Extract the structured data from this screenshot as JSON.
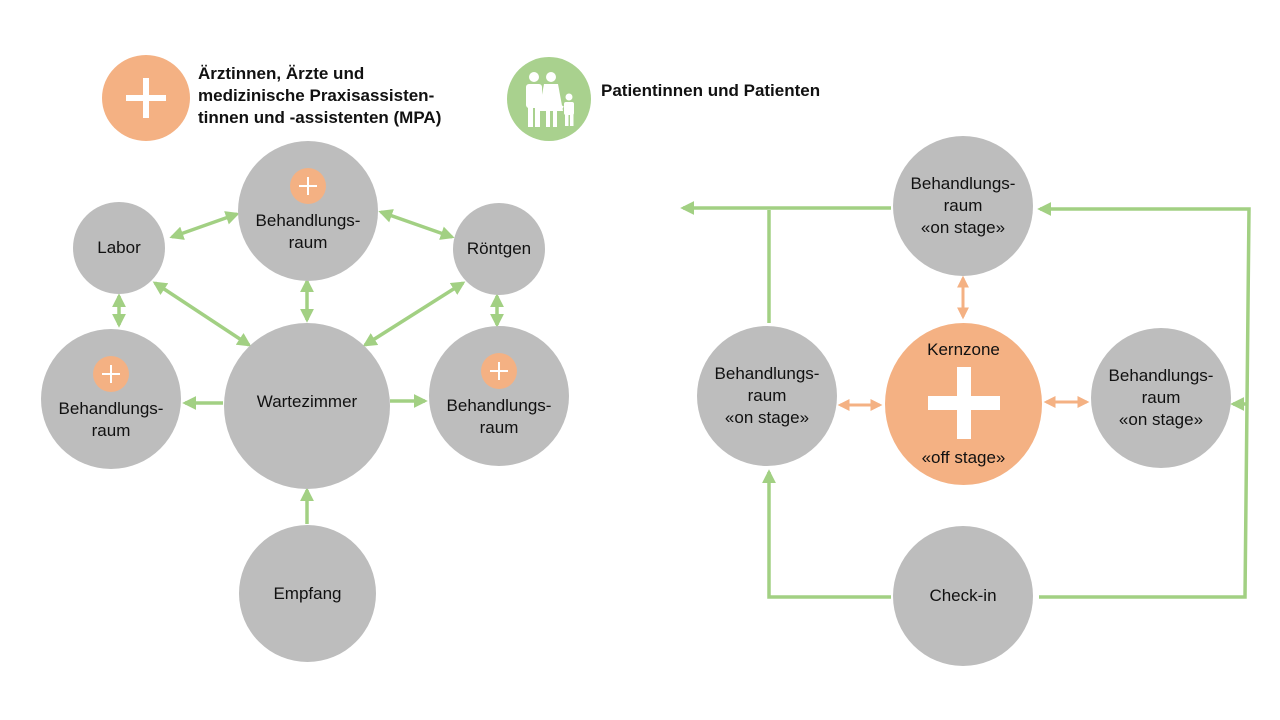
{
  "legend": {
    "staff": {
      "icon": "plus-icon",
      "label_lines": [
        "Ärztinnen, Ärzte und",
        "medizinische Praxisassisten-",
        "tinnen und -assistenten (MPA)"
      ]
    },
    "patients": {
      "icon": "family-icon",
      "label": "Patientinnen und Patienten"
    }
  },
  "left_diagram": {
    "nodes": {
      "treatment_top": {
        "lines": [
          "Behandlungs-",
          "raum"
        ],
        "has_staff": true
      },
      "lab": {
        "lines": [
          "Labor"
        ],
        "has_staff": false
      },
      "xray": {
        "lines": [
          "Röntgen"
        ],
        "has_staff": false
      },
      "treatment_left": {
        "lines": [
          "Behandlungs-",
          "raum"
        ],
        "has_staff": true
      },
      "waiting_room": {
        "lines": [
          "Wartezimmer"
        ],
        "has_staff": false
      },
      "treatment_right": {
        "lines": [
          "Behandlungs-",
          "raum"
        ],
        "has_staff": true
      },
      "reception": {
        "lines": [
          "Empfang"
        ],
        "has_staff": false
      }
    },
    "connections": [
      {
        "from": "lab",
        "to": "treatment_top",
        "type": "bidirectional"
      },
      {
        "from": "treatment_top",
        "to": "xray",
        "type": "bidirectional"
      },
      {
        "from": "lab",
        "to": "treatment_left",
        "type": "bidirectional"
      },
      {
        "from": "xray",
        "to": "treatment_right",
        "type": "bidirectional"
      },
      {
        "from": "lab",
        "to": "waiting_room",
        "type": "bidirectional"
      },
      {
        "from": "treatment_top",
        "to": "waiting_room",
        "type": "bidirectional"
      },
      {
        "from": "xray",
        "to": "waiting_room",
        "type": "bidirectional"
      },
      {
        "from": "waiting_room",
        "to": "treatment_left",
        "type": "directed"
      },
      {
        "from": "waiting_room",
        "to": "treatment_right",
        "type": "directed"
      },
      {
        "from": "reception",
        "to": "waiting_room",
        "type": "directed"
      }
    ]
  },
  "right_diagram": {
    "nodes": {
      "treatment_top": {
        "lines": [
          "Behandlungs-",
          "raum",
          "«on stage»"
        ]
      },
      "treatment_left": {
        "lines": [
          "Behandlungs-",
          "raum",
          "«on stage»"
        ]
      },
      "core_zone": {
        "title": "Kernzone",
        "subtitle": "«off stage»",
        "icon": "plus-icon"
      },
      "treatment_right": {
        "lines": [
          "Behandlungs-",
          "raum",
          "«on stage»"
        ]
      },
      "check_in": {
        "lines": [
          "Check-in"
        ]
      }
    },
    "connections": [
      {
        "from": "core_zone",
        "to": "treatment_top",
        "type": "bidirectional",
        "color": "staff"
      },
      {
        "from": "core_zone",
        "to": "treatment_left",
        "type": "bidirectional",
        "color": "staff"
      },
      {
        "from": "core_zone",
        "to": "treatment_right",
        "type": "bidirectional",
        "color": "staff"
      },
      {
        "from": "check_in",
        "to": "treatment_left",
        "type": "directed",
        "color": "patient"
      },
      {
        "from": "check_in",
        "to": "treatment_top",
        "type": "directed",
        "color": "patient"
      },
      {
        "from": "check_in",
        "to": "treatment_right",
        "type": "directed",
        "color": "patient"
      },
      {
        "from": "treatment_left",
        "to": "exit",
        "type": "directed",
        "color": "patient"
      },
      {
        "from": "treatment_top",
        "to": "exit",
        "type": "directed",
        "color": "patient"
      }
    ]
  },
  "colors": {
    "room": "#bdbdbd",
    "staff": "#f4b183",
    "patient": "#a9d18e",
    "patient_line": "#a2d083",
    "staff_line": "#f4b183",
    "text": "#111111"
  }
}
